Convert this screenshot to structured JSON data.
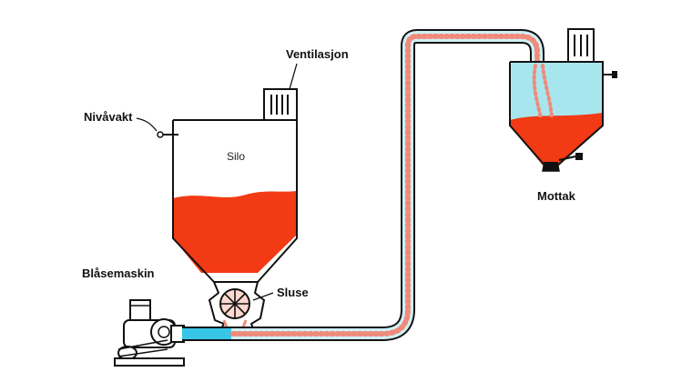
{
  "labels": {
    "ventilation": "Ventilasjon",
    "level_sensor": "Nivåvakt",
    "silo": "Silo",
    "blower": "Blåsemaskin",
    "rotary_valve": "Sluse",
    "receiver": "Mottak"
  },
  "colors": {
    "material": "#f23a14",
    "air": "#a8e6ee",
    "pipe_air": "#38c6e8",
    "outline": "#111111",
    "particle": "#f08a7a"
  }
}
